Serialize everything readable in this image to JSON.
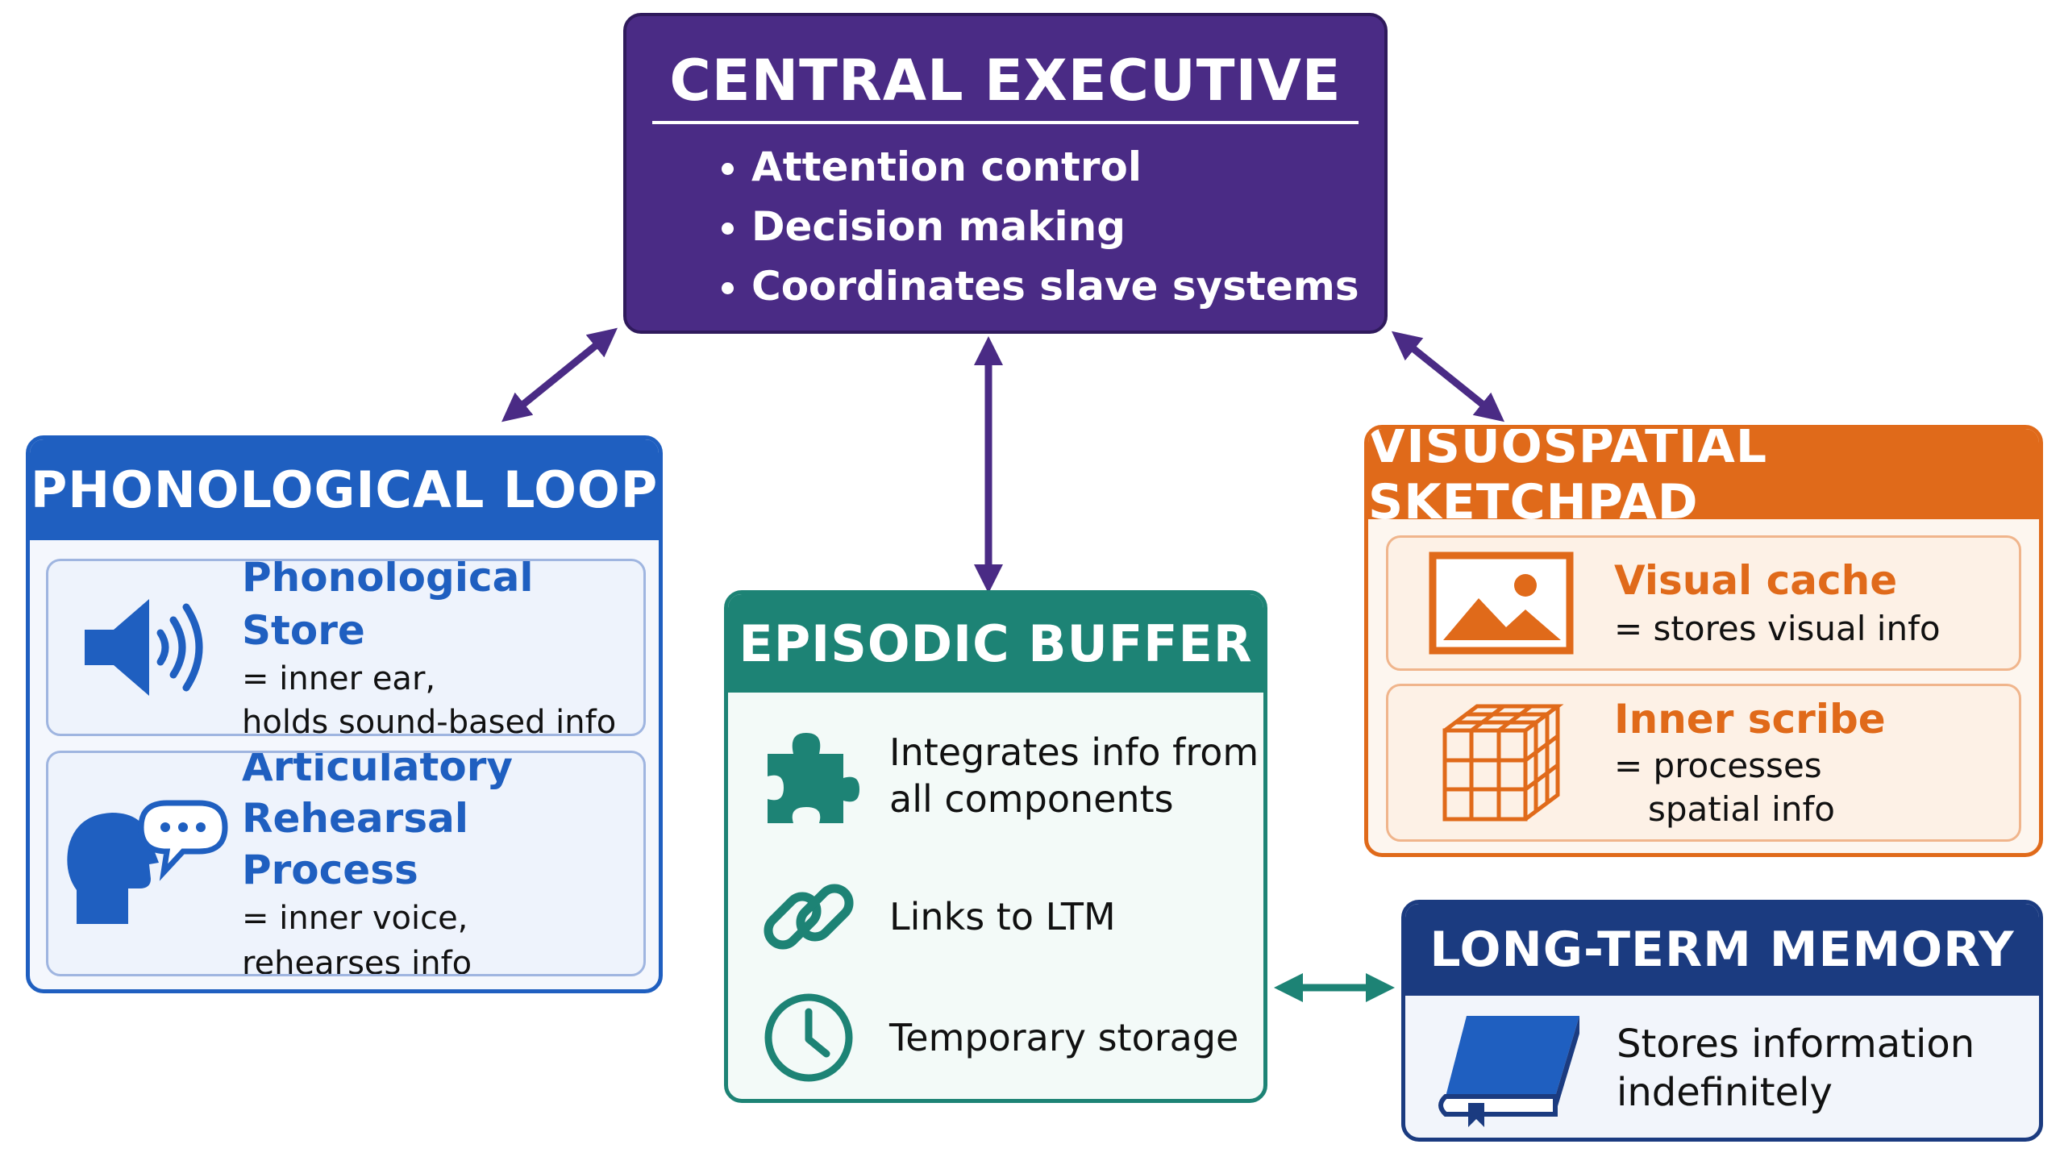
{
  "colors": {
    "purple": "#4a2b85",
    "blue": "#1f5fc0",
    "orange": "#e06a1a",
    "teal": "#1d8375",
    "navy": "#1b3b80"
  },
  "central_executive": {
    "title": "CENTRAL EXECUTIVE",
    "items": [
      "Attention control",
      "Decision making",
      "Coordinates slave systems"
    ]
  },
  "phonological_loop": {
    "title": "PHONOLOGICAL LOOP",
    "store": {
      "icon": "speaker-icon",
      "title": "Phonological Store",
      "desc1": "= inner ear,",
      "desc2": "holds sound-based info"
    },
    "rehearsal": {
      "icon": "speaking-head-icon",
      "title1": "Articulatory",
      "title2": "Rehearsal Process",
      "desc1": "= inner voice,",
      "desc2": "rehearses info"
    }
  },
  "episodic_buffer": {
    "title": "EPISODIC BUFFER",
    "items": [
      {
        "icon": "puzzle-icon",
        "line1": "Integrates info from",
        "line2": "all components"
      },
      {
        "icon": "chain-link-icon",
        "line1": "Links to LTM"
      },
      {
        "icon": "clock-icon",
        "line1": "Temporary storage"
      }
    ]
  },
  "visuospatial_sketchpad": {
    "title": "VISUOSPATIAL SKETCHPAD",
    "visual_cache": {
      "icon": "image-icon",
      "title": "Visual cache",
      "desc1": "= stores visual info"
    },
    "inner_scribe": {
      "icon": "cube-grid-icon",
      "title": "Inner scribe",
      "desc1": "= processes",
      "desc2": "spatial info"
    }
  },
  "long_term_memory": {
    "title": "LONG-TERM MEMORY",
    "icon": "book-icon",
    "line1": "Stores information",
    "line2": "indefinitely"
  }
}
